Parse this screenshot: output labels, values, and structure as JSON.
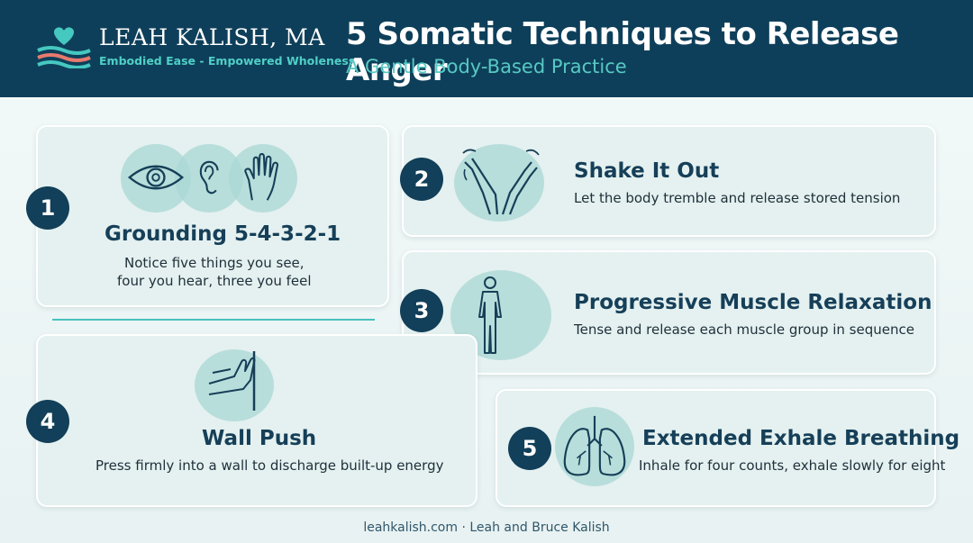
{
  "brand": {
    "name": "LEAH KALISH, MA",
    "tagline": "Embodied Ease - Empowered Wholeness",
    "logo_icon": "heart-waves-icon"
  },
  "header": {
    "title": "5 Somatic Techniques to Release Anger",
    "subtitle": "A Gentle Body-Based Practice"
  },
  "techniques": [
    {
      "number": "1",
      "title": "Grounding 5-4-3-2-1",
      "desc_line1": "Notice five things you see,",
      "desc_line2": "four you hear, three you feel",
      "icons": [
        "eye-icon",
        "ear-icon",
        "hand-icon"
      ]
    },
    {
      "number": "2",
      "title": "Shake It Out",
      "desc": "Let the body tremble and release stored tension",
      "icon": "shaking-arms-icon"
    },
    {
      "number": "3",
      "title": "Progressive Muscle Relaxation",
      "desc": "Tense and release each muscle group in sequence",
      "icon": "body-outline-icon"
    },
    {
      "number": "4",
      "title": "Wall Push",
      "desc": "Press firmly into a wall to discharge built-up energy",
      "icon": "hands-on-wall-icon"
    },
    {
      "number": "5",
      "title": "Extended Exhale Breathing",
      "desc": "Inhale for four counts, exhale slowly for eight",
      "icon": "lungs-icon"
    }
  ],
  "footer": "leahkalish.com · Leah and Bruce Kalish",
  "colors": {
    "header_bg": "#0e3f5a",
    "accent": "#49c2bc",
    "badge": "#123f59",
    "card_bg": "#e4f1f0"
  }
}
